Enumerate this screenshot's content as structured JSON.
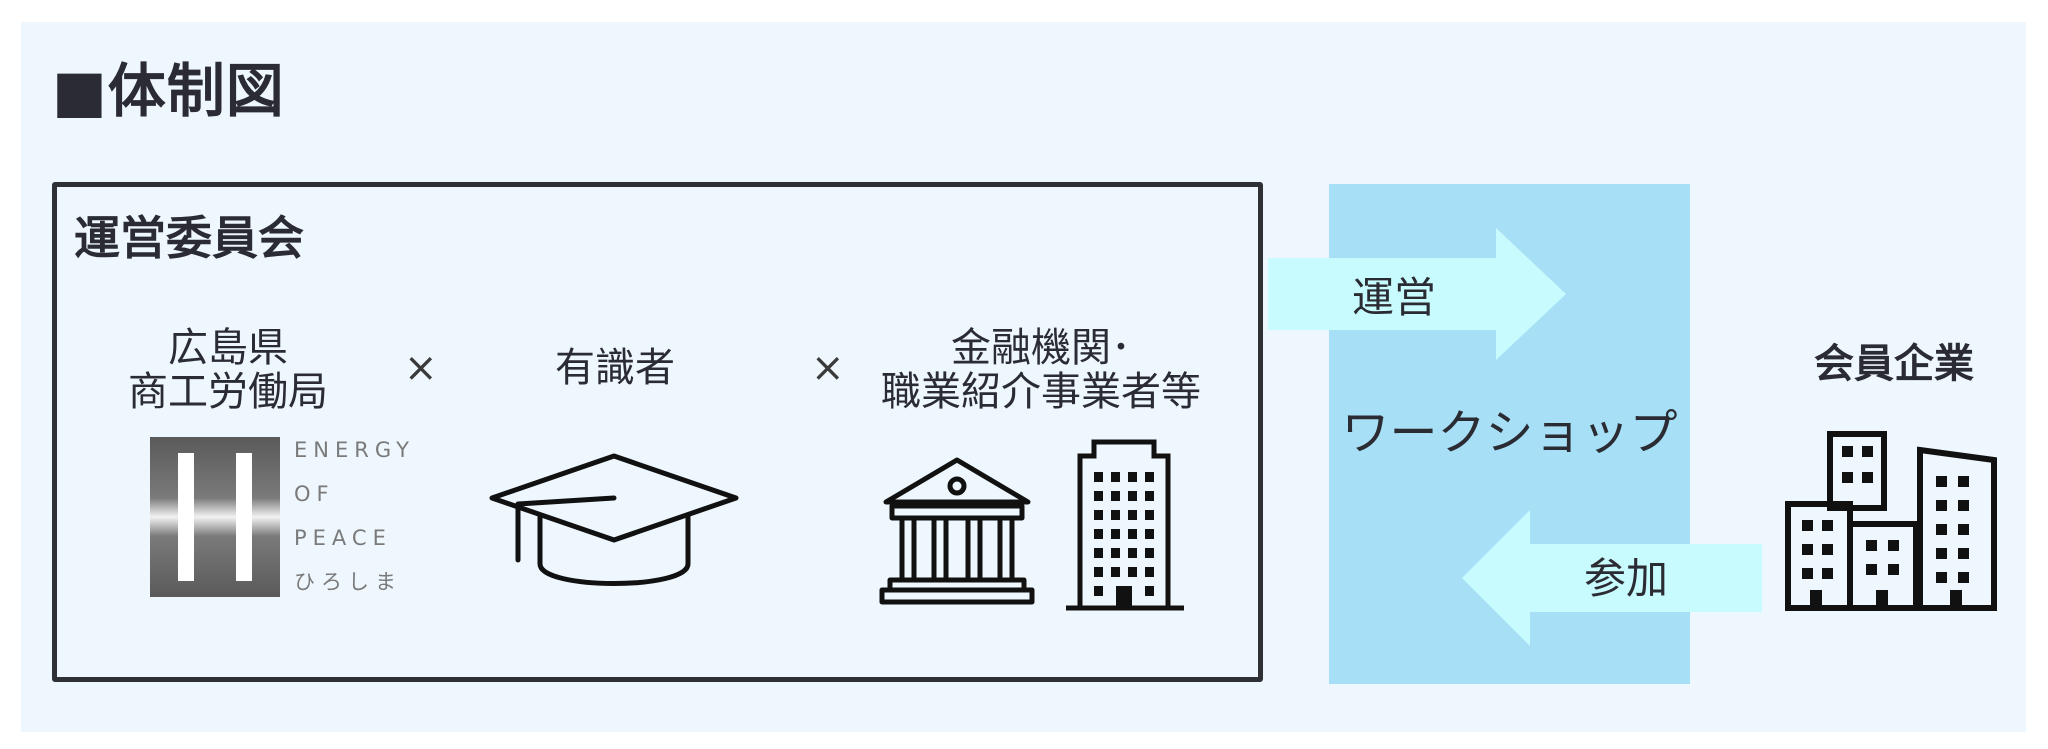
{
  "title": "■体制図",
  "committee": {
    "title": "運営委員会",
    "pref_line1": "広島県",
    "pref_line2": "商工労働局",
    "times_symbol": "×",
    "experts": "有識者",
    "finance_line1": "金融機関･",
    "finance_line2": "職業紹介事業者等",
    "logo_words": [
      "ENERGY",
      "OF",
      "PEACE",
      "ひろしま"
    ]
  },
  "workshop": {
    "label": "ワークショップ"
  },
  "arrows": {
    "operate": "運営",
    "join": "参加"
  },
  "members": {
    "label": "会員企業"
  },
  "colors": {
    "background": "#eef7fd",
    "border": "#2f3036",
    "workshop_fill": "#a7e0f6",
    "arrow_fill": "#c8fbfd",
    "icon_stroke": "#111111"
  }
}
